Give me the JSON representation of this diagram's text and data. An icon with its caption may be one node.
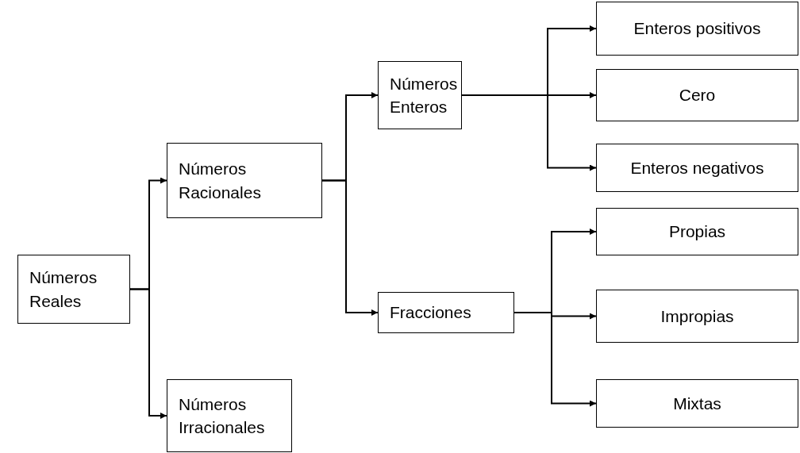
{
  "diagram": {
    "nodes": [
      {
        "text": [
          "Números Reales"
        ]
      },
      {
        "text": [
          "Números Racionales"
        ]
      },
      {
        "text": [
          "Números Irracionales"
        ]
      },
      {
        "text": [
          "Números Enteros"
        ]
      },
      {
        "text": [
          "Fracciones"
        ]
      },
      {
        "text": [
          "Enteros positivos"
        ]
      },
      {
        "text": [
          "Cero"
        ]
      },
      {
        "text": [
          "Enteros negativos"
        ]
      },
      {
        "text": [
          "Propias"
        ]
      },
      {
        "text": [
          "Impropias"
        ]
      },
      {
        "text": [
          "Mixtas"
        ]
      }
    ],
    "edges": [
      {
        "from": 0,
        "to": 1,
        "arrow": "to"
      },
      {
        "from": 0,
        "to": 2,
        "arrow": "to"
      },
      {
        "from": 1,
        "to": 3,
        "arrow": "to"
      },
      {
        "from": 1,
        "to": 4,
        "arrow": "to"
      },
      {
        "from": 3,
        "to": 5,
        "arrow": "to"
      },
      {
        "from": 3,
        "to": 6,
        "arrow": "to"
      },
      {
        "from": 3,
        "to": 7,
        "arrow": "to"
      },
      {
        "from": 4,
        "to": 8,
        "arrow": "to"
      },
      {
        "from": 4,
        "to": 9,
        "arrow": "to"
      },
      {
        "from": 4,
        "to": 10,
        "arrow": "to"
      }
    ]
  }
}
